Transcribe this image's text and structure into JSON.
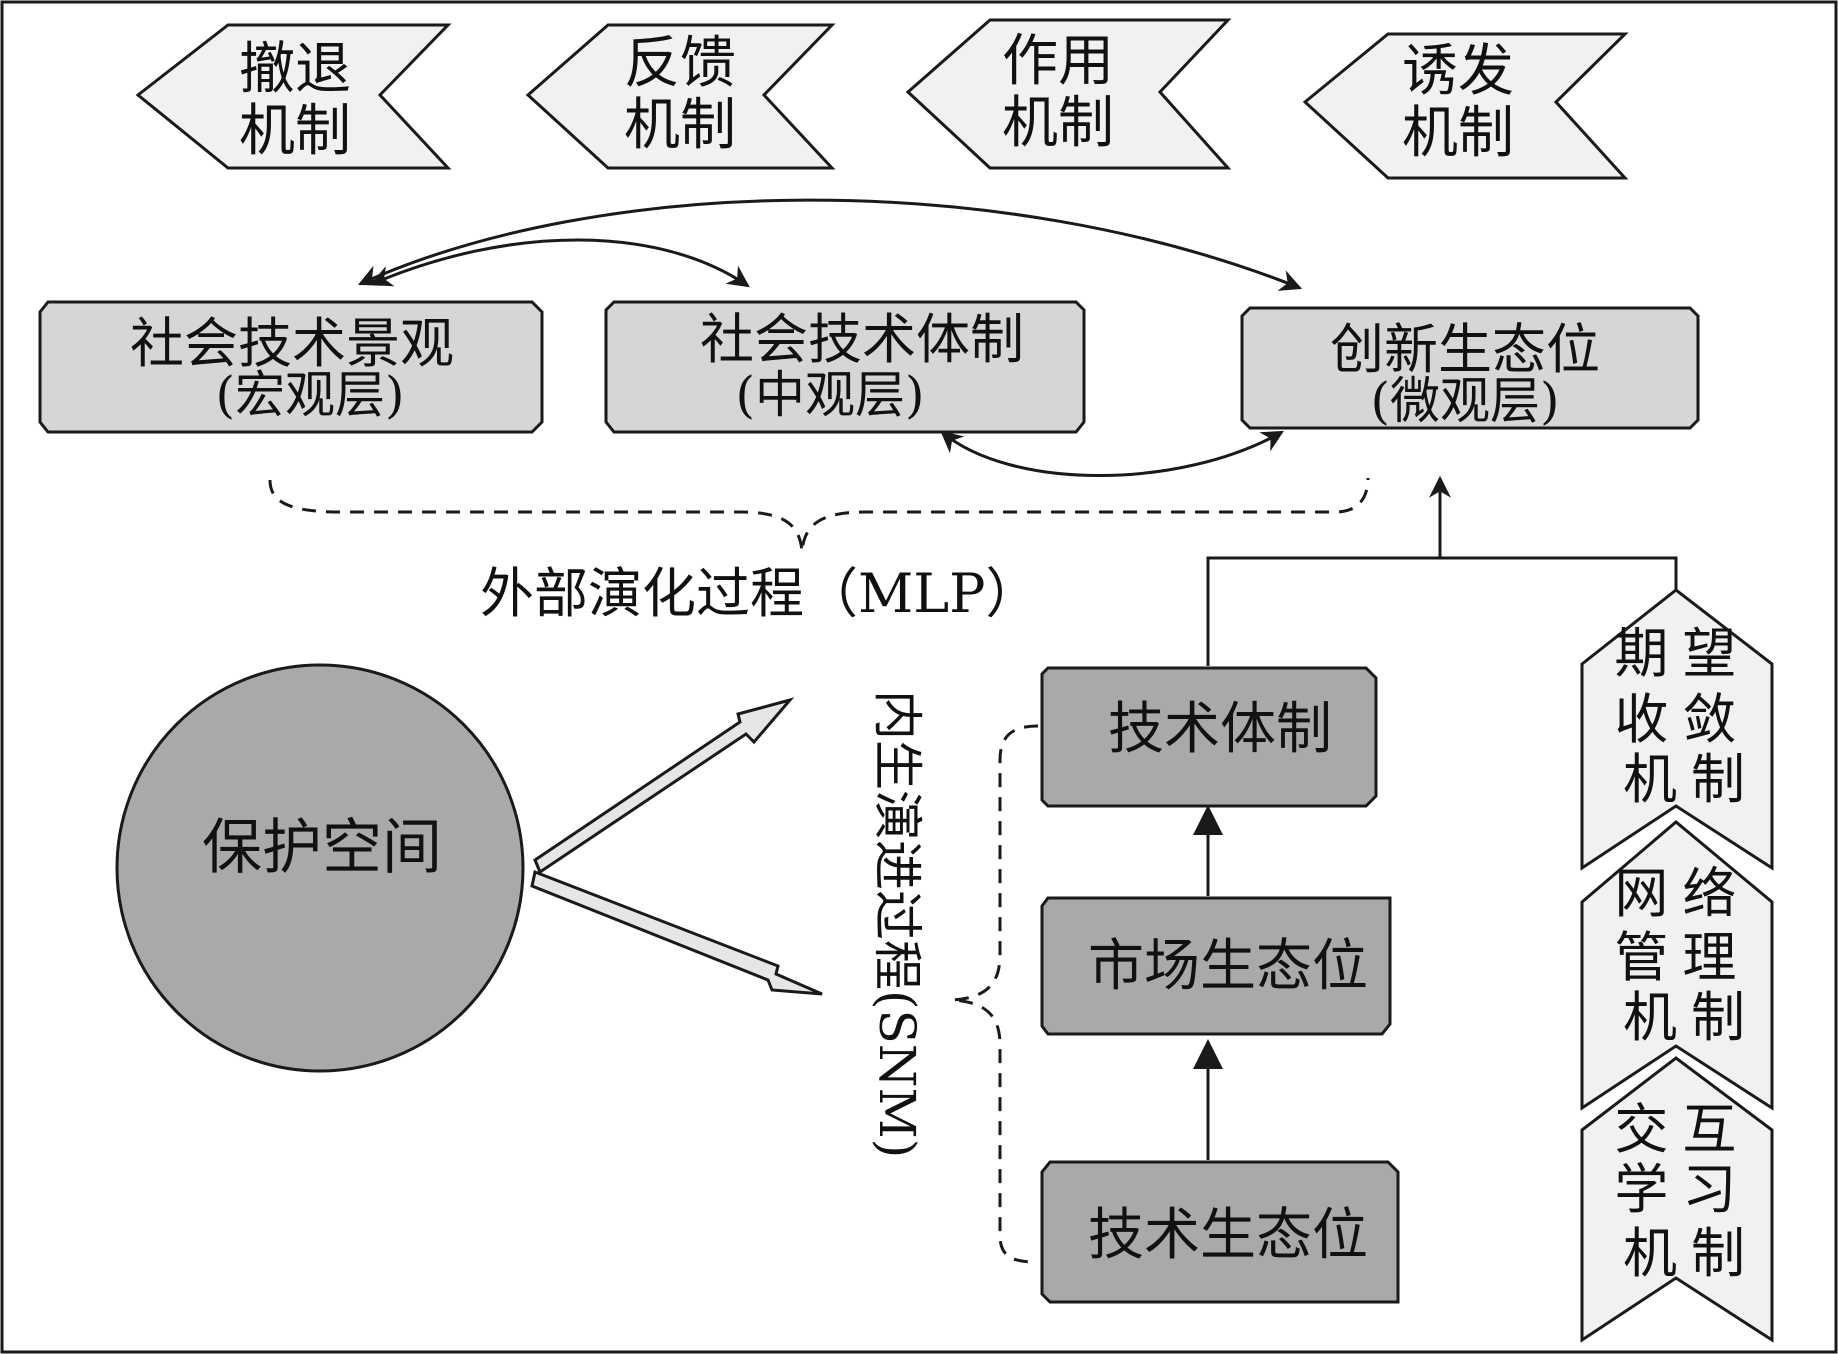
{
  "colors": {
    "box_fill": "#d6d6d6",
    "flag_fill": "#f1f1f1",
    "circle_fill": "#a9a9a9",
    "stroke": "#1a1a1a",
    "background": "#ffffff"
  },
  "top_mechanisms": [
    {
      "line1": "撤退",
      "line2": "机制"
    },
    {
      "line1": "反馈",
      "line2": "机制"
    },
    {
      "line1": "作用",
      "line2": "机制"
    },
    {
      "line1": "诱发",
      "line2": "机制"
    }
  ],
  "mlp_layers": [
    {
      "name": "社会技术景观",
      "level": "(宏观层)"
    },
    {
      "name": "社会技术体制",
      "level": "(中观层)"
    },
    {
      "name": "创新生态位",
      "level": "(微观层)"
    }
  ],
  "external_process_label": "外部演化过程（MLP）",
  "protected_space_label": "保护空间",
  "internal_process_label": "内生演进过程(SNM)",
  "snm_levels": [
    {
      "name": "技术体制"
    },
    {
      "name": "市场生态位"
    },
    {
      "name": "技术生态位"
    }
  ],
  "side_mechanisms": [
    {
      "col1": "期收机",
      "col2": "望敛制"
    },
    {
      "col1": "网管机",
      "col2": "络理制"
    },
    {
      "col1": "交学机",
      "col2": "互习制"
    }
  ]
}
